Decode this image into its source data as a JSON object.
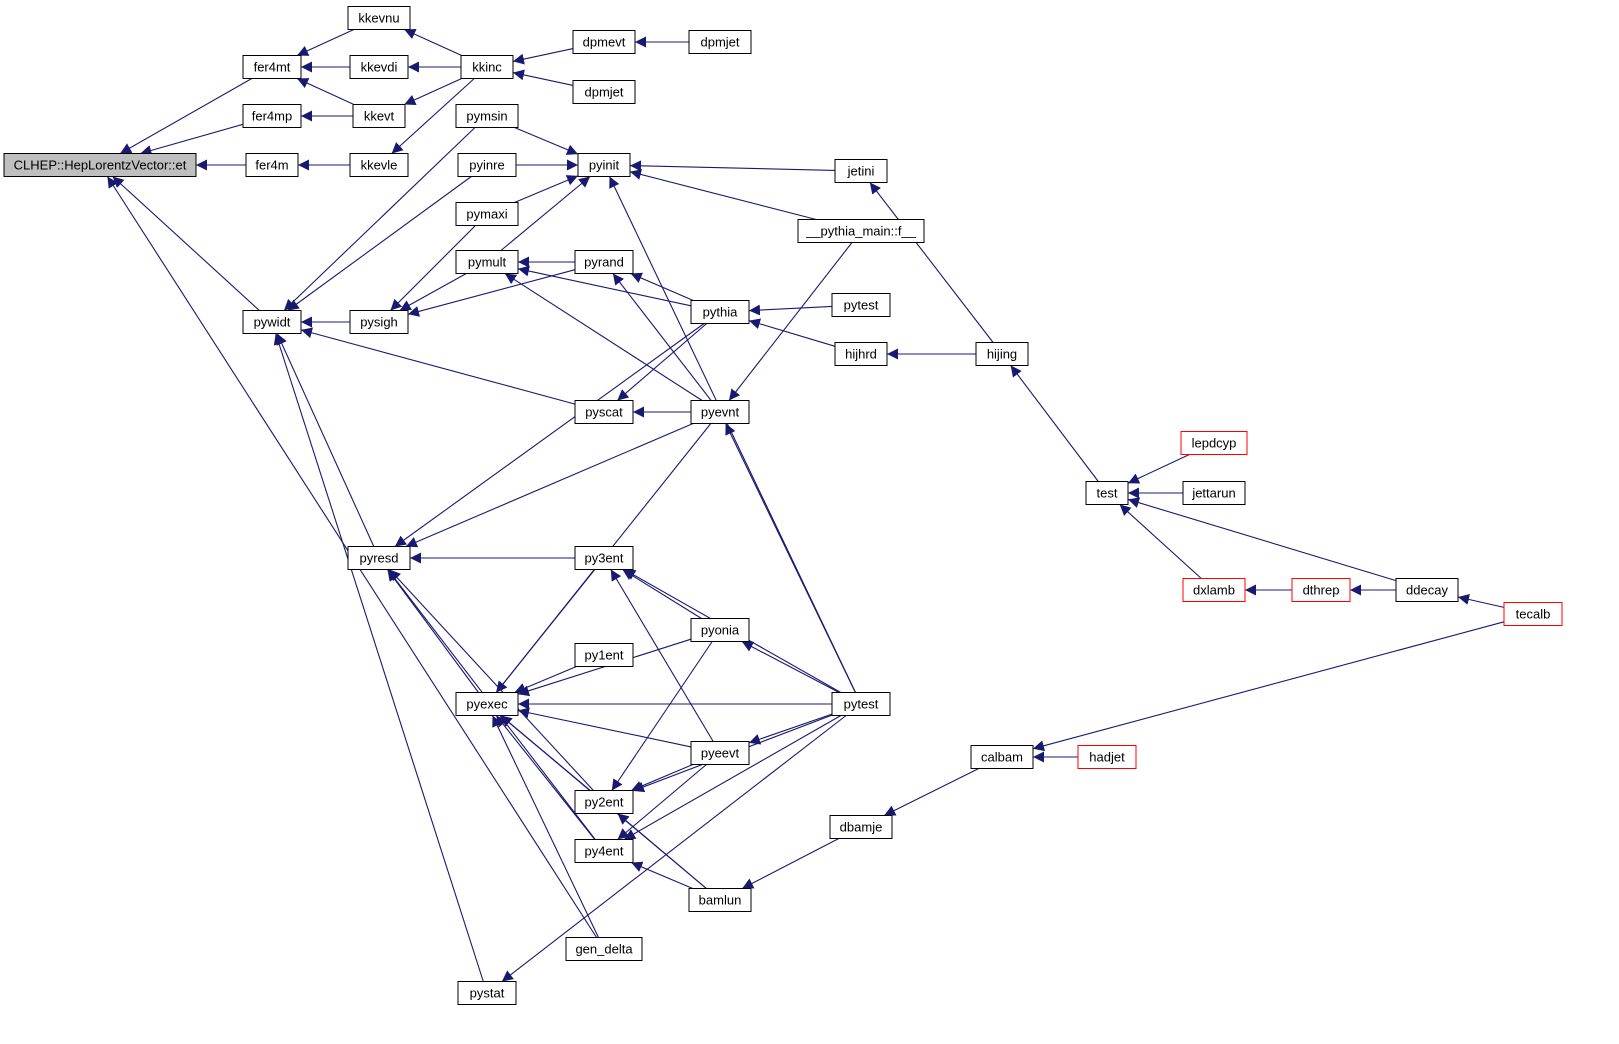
{
  "graph": {
    "edge_color": "#191970",
    "root_fill": "#bfbfbf",
    "node_fill": "#ffffff",
    "node_border": "#000000",
    "truncated_border": "#ff0000",
    "nodes": [
      {
        "id": "root",
        "label": "CLHEP::HepLorentzVector::et",
        "root": true
      },
      {
        "id": "fer4mt",
        "label": "fer4mt"
      },
      {
        "id": "fer4mp",
        "label": "fer4mp"
      },
      {
        "id": "fer4m",
        "label": "fer4m"
      },
      {
        "id": "pywidt",
        "label": "pywidt"
      },
      {
        "id": "kkevnu",
        "label": "kkevnu"
      },
      {
        "id": "kkevdi",
        "label": "kkevdi"
      },
      {
        "id": "kkevt",
        "label": "kkevt"
      },
      {
        "id": "kkevle",
        "label": "kkevle"
      },
      {
        "id": "kkinc",
        "label": "kkinc"
      },
      {
        "id": "dpmevt",
        "label": "dpmevt"
      },
      {
        "id": "dpmjet1",
        "label": "dpmjet"
      },
      {
        "id": "dpmjet2",
        "label": "dpmjet"
      },
      {
        "id": "pymsin",
        "label": "pymsin"
      },
      {
        "id": "pyinre",
        "label": "pyinre"
      },
      {
        "id": "pymaxi",
        "label": "pymaxi"
      },
      {
        "id": "pymult",
        "label": "pymult"
      },
      {
        "id": "pysigh",
        "label": "pysigh"
      },
      {
        "id": "pyinit",
        "label": "pyinit"
      },
      {
        "id": "pyrand",
        "label": "pyrand"
      },
      {
        "id": "pythia",
        "label": "pythia"
      },
      {
        "id": "pyscat",
        "label": "pyscat"
      },
      {
        "id": "pyevnt",
        "label": "pyevnt"
      },
      {
        "id": "pyresd",
        "label": "pyresd"
      },
      {
        "id": "py3ent",
        "label": "py3ent"
      },
      {
        "id": "pyonia",
        "label": "pyonia"
      },
      {
        "id": "py1ent",
        "label": "py1ent"
      },
      {
        "id": "pyexec",
        "label": "pyexec"
      },
      {
        "id": "pyeevt",
        "label": "pyeevt"
      },
      {
        "id": "py2ent",
        "label": "py2ent"
      },
      {
        "id": "py4ent",
        "label": "py4ent"
      },
      {
        "id": "bamlun",
        "label": "bamlun"
      },
      {
        "id": "gen_delta",
        "label": "gen_delta"
      },
      {
        "id": "pystat",
        "label": "pystat"
      },
      {
        "id": "jetini",
        "label": "jetini"
      },
      {
        "id": "pythia_main",
        "label": "__pythia_main::f__"
      },
      {
        "id": "pytest1",
        "label": "pytest"
      },
      {
        "id": "hijhrd",
        "label": "hijhrd"
      },
      {
        "id": "hijing",
        "label": "hijing"
      },
      {
        "id": "pytest2",
        "label": "pytest"
      },
      {
        "id": "dbamje",
        "label": "dbamje"
      },
      {
        "id": "calbam",
        "label": "calbam"
      },
      {
        "id": "hadjet",
        "label": "hadjet",
        "truncated": true
      },
      {
        "id": "test",
        "label": "test"
      },
      {
        "id": "lepdcyp",
        "label": "lepdcyp",
        "truncated": true
      },
      {
        "id": "jettarun",
        "label": "jettarun"
      },
      {
        "id": "dxlamb",
        "label": "dxlamb",
        "truncated": true
      },
      {
        "id": "dthrep",
        "label": "dthrep",
        "truncated": true
      },
      {
        "id": "ddecay",
        "label": "ddecay"
      },
      {
        "id": "tecalb",
        "label": "tecalb",
        "truncated": true
      }
    ],
    "edges": [
      [
        "fer4mt",
        "root"
      ],
      [
        "fer4mp",
        "root"
      ],
      [
        "fer4m",
        "root"
      ],
      [
        "pywidt",
        "root"
      ],
      [
        "gen_delta",
        "root"
      ],
      [
        "kkevnu",
        "fer4mt"
      ],
      [
        "kkevdi",
        "fer4mt"
      ],
      [
        "kkevt",
        "fer4mt"
      ],
      [
        "kkevt",
        "fer4mp"
      ],
      [
        "kkevle",
        "fer4m"
      ],
      [
        "kkinc",
        "kkevnu"
      ],
      [
        "kkinc",
        "kkevdi"
      ],
      [
        "kkinc",
        "kkevt"
      ],
      [
        "kkinc",
        "kkevle"
      ],
      [
        "dpmevt",
        "kkinc"
      ],
      [
        "dpmjet2",
        "kkinc"
      ],
      [
        "dpmjet1",
        "dpmevt"
      ],
      [
        "pymsin",
        "pywidt"
      ],
      [
        "pyinre",
        "pywidt"
      ],
      [
        "pysigh",
        "pywidt"
      ],
      [
        "pyscat",
        "pywidt"
      ],
      [
        "pyresd",
        "pywidt"
      ],
      [
        "pystat",
        "pywidt"
      ],
      [
        "pymsin",
        "pyinit"
      ],
      [
        "pyinre",
        "pyinit"
      ],
      [
        "pymaxi",
        "pyinit"
      ],
      [
        "pymult",
        "pyinit"
      ],
      [
        "pymaxi",
        "pysigh"
      ],
      [
        "pymult",
        "pysigh"
      ],
      [
        "pyrand",
        "pysigh"
      ],
      [
        "pyrand",
        "pymult"
      ],
      [
        "pythia",
        "pymult"
      ],
      [
        "pyevnt",
        "pymult"
      ],
      [
        "pythia",
        "pyrand"
      ],
      [
        "pyevnt",
        "pyrand"
      ],
      [
        "jetini",
        "pyinit"
      ],
      [
        "pythia_main",
        "pyinit"
      ],
      [
        "pytest2",
        "pyinit"
      ],
      [
        "pytest1",
        "pythia"
      ],
      [
        "hijhrd",
        "pythia"
      ],
      [
        "pyevnt",
        "pyscat"
      ],
      [
        "pythia",
        "pyscat"
      ],
      [
        "pythia",
        "pyresd"
      ],
      [
        "pyevnt",
        "pyresd"
      ],
      [
        "pythia_main",
        "pyevnt"
      ],
      [
        "pytest2",
        "pyevnt"
      ],
      [
        "py3ent",
        "pyresd"
      ],
      [
        "pyexec",
        "pyresd"
      ],
      [
        "py2ent",
        "pyresd"
      ],
      [
        "py4ent",
        "pyresd"
      ],
      [
        "pyevnt",
        "pyexec"
      ],
      [
        "py3ent",
        "pyexec"
      ],
      [
        "pyonia",
        "pyexec"
      ],
      [
        "py1ent",
        "pyexec"
      ],
      [
        "pytest2",
        "pyexec"
      ],
      [
        "pyeevt",
        "pyexec"
      ],
      [
        "py2ent",
        "pyexec"
      ],
      [
        "py4ent",
        "pyexec"
      ],
      [
        "bamlun",
        "pyexec"
      ],
      [
        "gen_delta",
        "pyexec"
      ],
      [
        "pyonia",
        "py3ent"
      ],
      [
        "pyeevt",
        "py3ent"
      ],
      [
        "pytest2",
        "py3ent"
      ],
      [
        "pytest2",
        "pyonia"
      ],
      [
        "pyonia",
        "py2ent"
      ],
      [
        "pyeevt",
        "py2ent"
      ],
      [
        "pytest2",
        "py2ent"
      ],
      [
        "bamlun",
        "py2ent"
      ],
      [
        "pyeevt",
        "py4ent"
      ],
      [
        "pytest2",
        "py4ent"
      ],
      [
        "bamlun",
        "py4ent"
      ],
      [
        "pytest2",
        "pyeevt"
      ],
      [
        "dbamje",
        "bamlun"
      ],
      [
        "calbam",
        "dbamje"
      ],
      [
        "hadjet",
        "calbam"
      ],
      [
        "tecalb",
        "calbam"
      ],
      [
        "pytest2",
        "pystat"
      ],
      [
        "hijing",
        "jetini"
      ],
      [
        "hijing",
        "hijhrd"
      ],
      [
        "test",
        "hijing"
      ],
      [
        "lepdcyp",
        "test"
      ],
      [
        "jettarun",
        "test"
      ],
      [
        "dxlamb",
        "test"
      ],
      [
        "ddecay",
        "test"
      ],
      [
        "dthrep",
        "dxlamb"
      ],
      [
        "ddecay",
        "dthrep"
      ],
      [
        "tecalb",
        "ddecay"
      ]
    ]
  }
}
